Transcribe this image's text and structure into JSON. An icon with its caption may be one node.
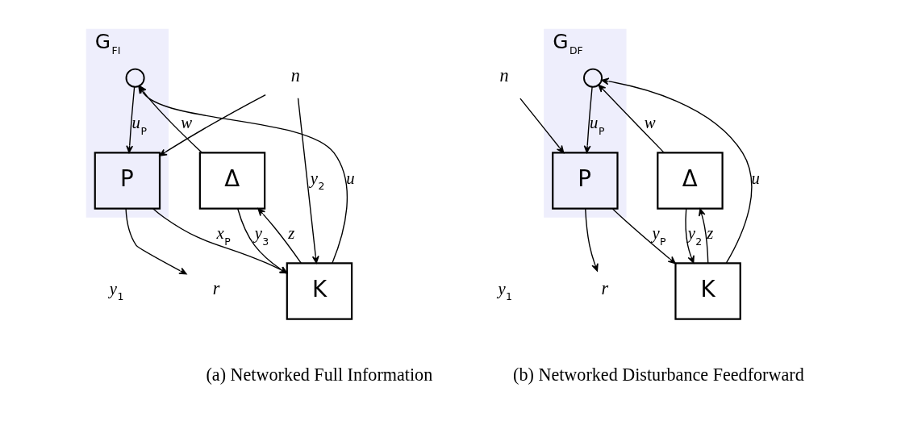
{
  "diagram": {
    "nodes": [
      {
        "text": [
          "G$_{FI}$"
        ]
      },
      {
        "text": [
          "n"
        ]
      },
      {
        "text": [
          "P"
        ],
        "in": 0
      },
      {
        "text": [],
        "shape": "circle",
        "in": 0
      },
      {
        "text": [
          "r"
        ]
      },
      {
        "text": [
          "Δ"
        ]
      },
      {
        "text": [
          "K"
        ]
      },
      {
        "text": [
          "G$_{DF}$"
        ]
      },
      {
        "text": [
          "n"
        ]
      },
      {
        "text": [
          "P"
        ],
        "in": 7
      },
      {
        "text": [],
        "shape": "circle",
        "in": 7
      },
      {
        "text": [
          "r"
        ]
      },
      {
        "text": [
          "Δ"
        ]
      },
      {
        "text": [
          "K"
        ]
      }
    ],
    "edges": [
      {
        "from": 1,
        "to": 2,
        "arrow": "to"
      },
      {
        "from": 1,
        "to": 6,
        "arrow": "to",
        "label": "y$_{2}$"
      },
      {
        "from": 3,
        "to": 2,
        "arrow": "to",
        "label": "u$_{P}$"
      },
      {
        "from": 2,
        "to": 4,
        "arrow": "to"
      },
      {
        "from": 2,
        "to": 6,
        "arrow": "to",
        "label": "x$_{P}$"
      },
      {
        "from": 5,
        "to": 3,
        "arrow": "to",
        "label": "w"
      },
      {
        "from": 5,
        "to": 6,
        "arrow": "to",
        "label": "y$_{3}$"
      },
      {
        "from": 6,
        "to": 3,
        "arrow": "to",
        "label": "u"
      },
      {
        "from": 6,
        "to": 5,
        "arrow": "to",
        "label": "z"
      },
      {
        "from": 8,
        "to": 9,
        "arrow": "to"
      },
      {
        "from": 10,
        "to": 9,
        "arrow": "to",
        "label": "u$_{P}$"
      },
      {
        "from": 9,
        "to": 11,
        "arrow": "to"
      },
      {
        "from": 9,
        "to": 13,
        "arrow": "to",
        "label": "y$_{P}$"
      },
      {
        "from": 12,
        "to": 10,
        "arrow": "to",
        "label": "w"
      },
      {
        "from": 12,
        "to": 13,
        "arrow": "to",
        "label": "y$_{2}$"
      },
      {
        "from": 13,
        "to": 10,
        "arrow": "to",
        "label": "u"
      },
      {
        "from": 13,
        "to": 12,
        "arrow": "to",
        "label": "z"
      }
    ],
    "labels": [
      "y$_{1}$",
      "(a) Networked Full Information",
      "y$_{1}$",
      "(b) Networked Disturbance Feedforward"
    ]
  }
}
